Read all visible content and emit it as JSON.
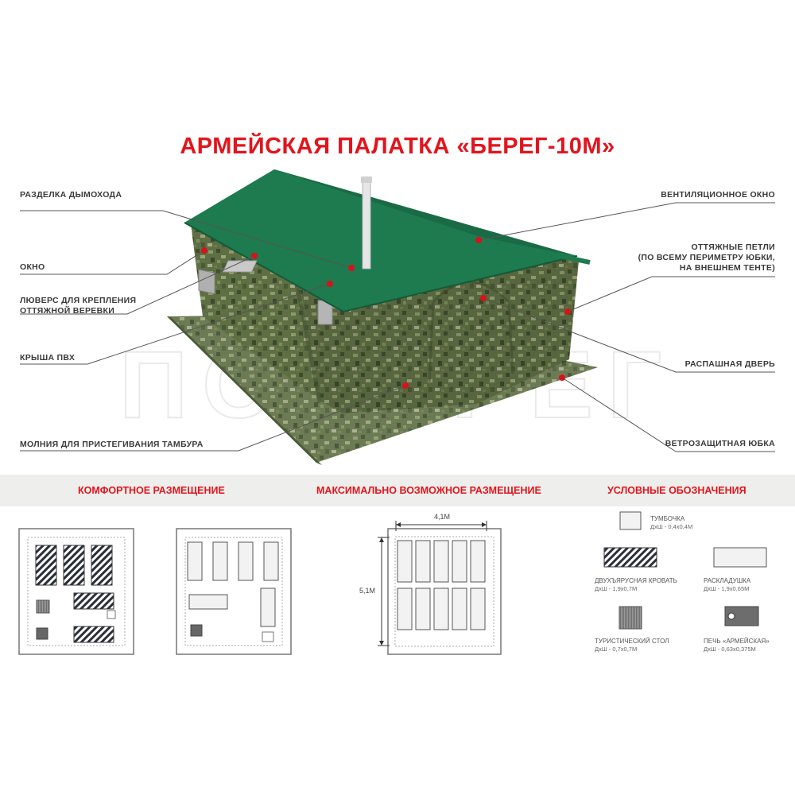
{
  "title": "АРМЕЙСКАЯ ПАЛАТКА «БЕРЕГ-10М»",
  "callouts": {
    "chimney": "РАЗДЕЛКА ДЫМОХОДА",
    "window": "ОКНО",
    "grommet": [
      "ЛЮВЕРС ДЛЯ КРЕПЛЕНИЯ",
      "ОТТЯЖНОЙ ВЕРЕВКИ"
    ],
    "roof": "КРЫША ПВХ",
    "zipper": "МОЛНИЯ ДЛЯ ПРИСТЕГИВАНИЯ ТАМБУРА",
    "vent": "ВЕНТИЛЯЦИОННОЕ ОКНО",
    "loops": [
      "ОТТЯЖНЫЕ ПЕТЛИ",
      "(ПО ВСЕМУ ПЕРИМЕТРУ ЮБКИ,",
      "НА ВНЕШНЕМ ТЕНТЕ)"
    ],
    "door": "РАСПАШНАЯ ДВЕРЬ",
    "skirt": "ВЕТРОЗАЩИТНАЯ ЮБКА"
  },
  "sections": {
    "comfort": "КОМФОРТНОЕ РАЗМЕЩЕНИЕ",
    "maximum": "МАКСИМАЛЬНО ВОЗМОЖНОЕ РАЗМЕЩЕНИЕ",
    "legend": "УСЛОВНЫЕ ОБОЗНАЧЕНИЯ"
  },
  "dimensions": {
    "width": "4,1М",
    "length": "5,1М"
  },
  "legend": {
    "nightstand": {
      "name": "ТУМБОЧКА",
      "size": "ДхШ - 0,4х0,4М"
    },
    "bunk": {
      "name": "ДВУХЪЯРУСНАЯ КРОВАТЬ",
      "size": "ДхШ - 1,9х0,7М"
    },
    "cot": {
      "name": "РАСКЛАДУШКА",
      "size": "ДхШ - 1,9х0,65М"
    },
    "table": {
      "name": "ТУРИСТИЧЕСКИЙ СТОЛ",
      "size": "ДхШ - 0,7х0,7М"
    },
    "stove": {
      "name": "ПЕЧЬ «АРМЕЙСКАЯ»",
      "size": "ДхШ - 0,63х0,375М"
    }
  },
  "watermark": "ПОБЕРЕГ",
  "colors": {
    "accent": "#e3141c",
    "roof": "#1e7a4f",
    "camo": "#5f6f44"
  }
}
